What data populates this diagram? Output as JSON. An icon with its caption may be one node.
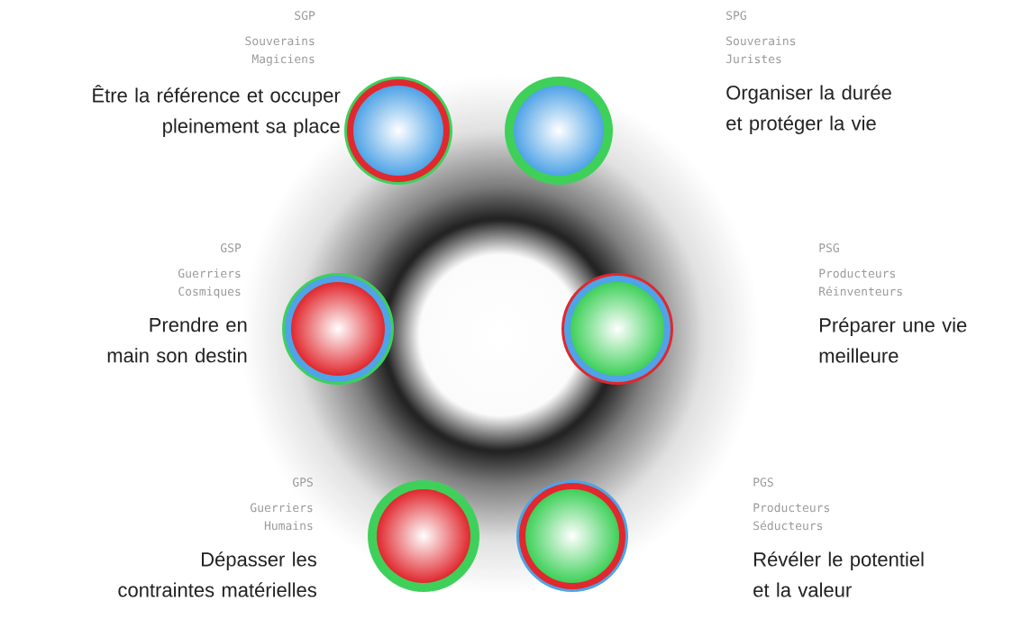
{
  "diagram": {
    "nodes": [
      {
        "text": [],
        "shape": "circle",
        "beside": [
          "SGP",
          "Souverains Magiciens",
          "Être la référence et occuper pleinement sa place"
        ]
      },
      {
        "text": [],
        "shape": "circle",
        "beside": [
          "SPG",
          "Souverains Juristes",
          "Organiser la durée et protéger la vie"
        ]
      },
      {
        "text": [],
        "shape": "circle",
        "beside": [
          "GSP",
          "Guerriers Cosmiques",
          "Prendre en main son destin"
        ]
      },
      {
        "text": [],
        "shape": "circle",
        "beside": [
          "PSG",
          "Producteurs Réinventeurs",
          "Préparer une vie meilleure"
        ]
      },
      {
        "text": [],
        "shape": "circle",
        "beside": [
          "GPS",
          "Guerriers Humains",
          "Dépasser les contraintes matérielles"
        ]
      },
      {
        "text": [],
        "shape": "circle",
        "beside": [
          "PGS",
          "Producteurs Séducteurs",
          "Révéler le potentiel et la valeur"
        ]
      }
    ]
  }
}
